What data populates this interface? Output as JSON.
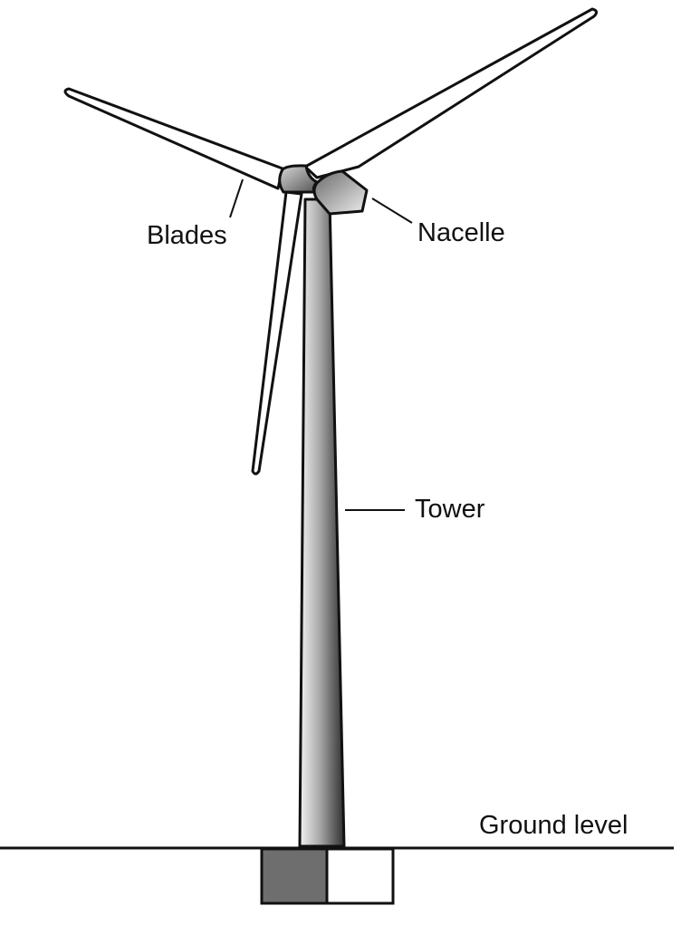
{
  "diagram": {
    "type": "labeled-illustration",
    "subject": "Wind turbine",
    "labels": {
      "blades": "Blades",
      "nacelle": "Nacelle",
      "tower": "Tower",
      "ground": "Ground level"
    },
    "colors": {
      "stroke": "#111111",
      "background": "#ffffff",
      "foundation_fill": "#6e6e6e",
      "gradient_light": "#eeeeee",
      "gradient_dark": "#3a3a3a"
    },
    "parts": [
      "blades",
      "hub",
      "nacelle",
      "tower",
      "foundation",
      "ground-line"
    ]
  }
}
